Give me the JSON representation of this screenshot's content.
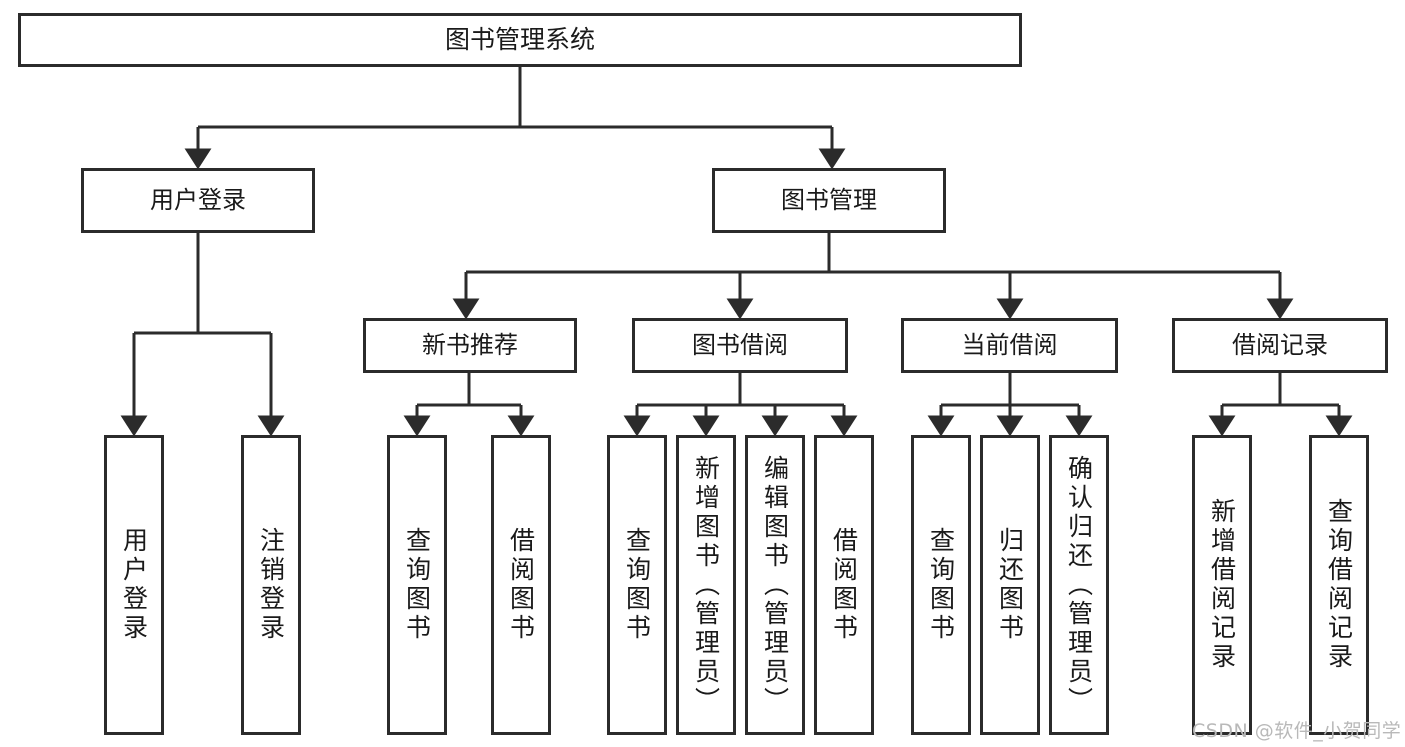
{
  "diagram": {
    "title": "图书管理系统",
    "type": "hierarchy-tree",
    "colors": {
      "stroke": "#2b2b2b",
      "fill": "#ffffff",
      "text": "#1a1a1a",
      "watermark": "#b9b9b9"
    },
    "levels": {
      "root": {
        "label": "图书管理系统"
      },
      "level2": [
        {
          "label": "用户登录"
        },
        {
          "label": "图书管理"
        }
      ],
      "level3": [
        {
          "label": "新书推荐"
        },
        {
          "label": "图书借阅"
        },
        {
          "label": "当前借阅"
        },
        {
          "label": "借阅记录"
        }
      ],
      "leaves": {
        "user_login": [
          {
            "label": "用户登录"
          },
          {
            "label": "注销登录"
          }
        ],
        "new_book_recommend": [
          {
            "label": "查询图书"
          },
          {
            "label": "借阅图书"
          }
        ],
        "book_borrow": [
          {
            "label": "查询图书"
          },
          {
            "label": "新增图书（管理员）"
          },
          {
            "label": "编辑图书（管理员）"
          },
          {
            "label": "借阅图书"
          }
        ],
        "current_borrow": [
          {
            "label": "查询图书"
          },
          {
            "label": "归还图书"
          },
          {
            "label": "确认归还（管理员）"
          }
        ],
        "borrow_record": [
          {
            "label": "新增借阅记录"
          },
          {
            "label": "查询借阅记录"
          }
        ]
      }
    },
    "watermark": "CSDN @软件_小贺同学"
  }
}
